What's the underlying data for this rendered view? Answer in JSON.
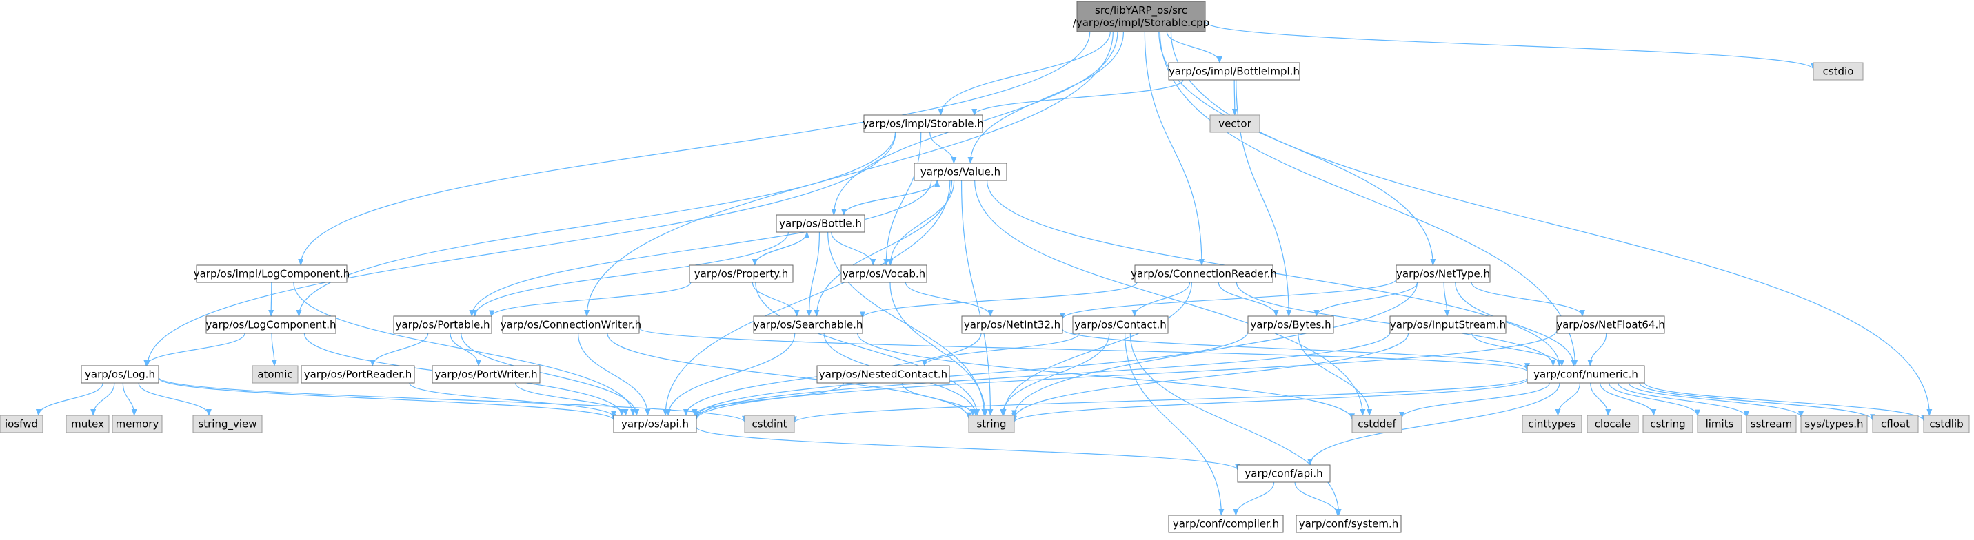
{
  "colors": {
    "root_fill": "#999999",
    "root_stroke": "#666666",
    "file_fill": "#ffffff",
    "file_stroke": "#666666",
    "external_fill": "#e0e0e0",
    "external_stroke": "#999999",
    "edge": "#63b8ff"
  },
  "nodes": [
    {
      "id": "root",
      "lines": [
        "src/libYARP_os/src",
        "/yarp/os/impl/Storable.cpp"
      ],
      "kind": "root"
    },
    {
      "id": "bottleimpl_h",
      "lines": [
        "yarp/os/impl/BottleImpl.h"
      ],
      "kind": "file"
    },
    {
      "id": "cstdio",
      "lines": [
        "cstdio"
      ],
      "kind": "external"
    },
    {
      "id": "storable_h",
      "lines": [
        "yarp/os/impl/Storable.h"
      ],
      "kind": "file"
    },
    {
      "id": "vector",
      "lines": [
        "vector"
      ],
      "kind": "external"
    },
    {
      "id": "value_h",
      "lines": [
        "yarp/os/Value.h"
      ],
      "kind": "file"
    },
    {
      "id": "bottle_h",
      "lines": [
        "yarp/os/Bottle.h"
      ],
      "kind": "file"
    },
    {
      "id": "logcomponent_impl_h",
      "lines": [
        "yarp/os/impl/LogComponent.h"
      ],
      "kind": "file"
    },
    {
      "id": "property_h",
      "lines": [
        "yarp/os/Property.h"
      ],
      "kind": "file"
    },
    {
      "id": "vocab_h",
      "lines": [
        "yarp/os/Vocab.h"
      ],
      "kind": "file"
    },
    {
      "id": "connectionreader_h",
      "lines": [
        "yarp/os/ConnectionReader.h"
      ],
      "kind": "file"
    },
    {
      "id": "nettype_h",
      "lines": [
        "yarp/os/NetType.h"
      ],
      "kind": "file"
    },
    {
      "id": "logcomponent_h",
      "lines": [
        "yarp/os/LogComponent.h"
      ],
      "kind": "file"
    },
    {
      "id": "portable_h",
      "lines": [
        "yarp/os/Portable.h"
      ],
      "kind": "file"
    },
    {
      "id": "connectionwriter_h",
      "lines": [
        "yarp/os/ConnectionWriter.h"
      ],
      "kind": "file"
    },
    {
      "id": "searchable_h",
      "lines": [
        "yarp/os/Searchable.h"
      ],
      "kind": "file"
    },
    {
      "id": "netint32_h",
      "lines": [
        "yarp/os/NetInt32.h"
      ],
      "kind": "file"
    },
    {
      "id": "contact_h",
      "lines": [
        "yarp/os/Contact.h"
      ],
      "kind": "file"
    },
    {
      "id": "bytes_h",
      "lines": [
        "yarp/os/Bytes.h"
      ],
      "kind": "file"
    },
    {
      "id": "inputstream_h",
      "lines": [
        "yarp/os/InputStream.h"
      ],
      "kind": "file"
    },
    {
      "id": "netfloat64_h",
      "lines": [
        "yarp/os/NetFloat64.h"
      ],
      "kind": "file"
    },
    {
      "id": "log_h",
      "lines": [
        "yarp/os/Log.h"
      ],
      "kind": "file"
    },
    {
      "id": "atomic",
      "lines": [
        "atomic"
      ],
      "kind": "external"
    },
    {
      "id": "portreader_h",
      "lines": [
        "yarp/os/PortReader.h"
      ],
      "kind": "file"
    },
    {
      "id": "portwriter_h",
      "lines": [
        "yarp/os/PortWriter.h"
      ],
      "kind": "file"
    },
    {
      "id": "nestedcontact_h",
      "lines": [
        "yarp/os/NestedContact.h"
      ],
      "kind": "file"
    },
    {
      "id": "numeric_h",
      "lines": [
        "yarp/conf/numeric.h"
      ],
      "kind": "file"
    },
    {
      "id": "iosfwd",
      "lines": [
        "iosfwd"
      ],
      "kind": "external"
    },
    {
      "id": "mutex",
      "lines": [
        "mutex"
      ],
      "kind": "external"
    },
    {
      "id": "memory",
      "lines": [
        "memory"
      ],
      "kind": "external"
    },
    {
      "id": "string_view",
      "lines": [
        "string_view"
      ],
      "kind": "external"
    },
    {
      "id": "os_api_h",
      "lines": [
        "yarp/os/api.h"
      ],
      "kind": "file"
    },
    {
      "id": "cstdint",
      "lines": [
        "cstdint"
      ],
      "kind": "external"
    },
    {
      "id": "string",
      "lines": [
        "string"
      ],
      "kind": "external"
    },
    {
      "id": "cstddef",
      "lines": [
        "cstddef"
      ],
      "kind": "external"
    },
    {
      "id": "cinttypes",
      "lines": [
        "cinttypes"
      ],
      "kind": "external"
    },
    {
      "id": "clocale",
      "lines": [
        "clocale"
      ],
      "kind": "external"
    },
    {
      "id": "cstring",
      "lines": [
        "cstring"
      ],
      "kind": "external"
    },
    {
      "id": "limits",
      "lines": [
        "limits"
      ],
      "kind": "external"
    },
    {
      "id": "sstream",
      "lines": [
        "sstream"
      ],
      "kind": "external"
    },
    {
      "id": "systypes_h",
      "lines": [
        "sys/types.h"
      ],
      "kind": "external"
    },
    {
      "id": "cfloat",
      "lines": [
        "cfloat"
      ],
      "kind": "external"
    },
    {
      "id": "cstdlib",
      "lines": [
        "cstdlib"
      ],
      "kind": "external"
    },
    {
      "id": "conf_api_h",
      "lines": [
        "yarp/conf/api.h"
      ],
      "kind": "file"
    },
    {
      "id": "compiler_h",
      "lines": [
        "yarp/conf/compiler.h"
      ],
      "kind": "file"
    },
    {
      "id": "system_h",
      "lines": [
        "yarp/conf/system.h"
      ],
      "kind": "file"
    }
  ],
  "edges": [
    [
      "root",
      "bottleimpl_h"
    ],
    [
      "root",
      "cstdio"
    ],
    [
      "root",
      "storable_h"
    ],
    [
      "root",
      "value_h"
    ],
    [
      "root",
      "bottle_h"
    ],
    [
      "root",
      "logcomponent_impl_h"
    ],
    [
      "root",
      "connectionwriter_h"
    ],
    [
      "root",
      "connectionreader_h"
    ],
    [
      "root",
      "nettype_h"
    ],
    [
      "root",
      "numeric_h"
    ],
    [
      "root",
      "cstdlib"
    ],
    [
      "bottleimpl_h",
      "storable_h"
    ],
    [
      "bottleimpl_h",
      "vector"
    ],
    [
      "bottleimpl_h",
      "bytes_h"
    ],
    [
      "storable_h",
      "value_h"
    ],
    [
      "storable_h",
      "vocab_h"
    ],
    [
      "storable_h",
      "log_h"
    ],
    [
      "storable_h",
      "logcomponent_h"
    ],
    [
      "value_h",
      "bottle_h"
    ],
    [
      "value_h",
      "vocab_h"
    ],
    [
      "value_h",
      "searchable_h"
    ],
    [
      "value_h",
      "portable_h"
    ],
    [
      "value_h",
      "string"
    ],
    [
      "value_h",
      "cstddef"
    ],
    [
      "value_h",
      "numeric_h"
    ],
    [
      "value_h",
      "os_api_h"
    ],
    [
      "bottle_h",
      "value_h"
    ],
    [
      "bottle_h",
      "property_h"
    ],
    [
      "bottle_h",
      "vocab_h"
    ],
    [
      "bottle_h",
      "searchable_h"
    ],
    [
      "bottle_h",
      "portable_h"
    ],
    [
      "bottle_h",
      "string"
    ],
    [
      "property_h",
      "bottle_h"
    ],
    [
      "property_h",
      "searchable_h"
    ],
    [
      "property_h",
      "portable_h"
    ],
    [
      "property_h",
      "string"
    ],
    [
      "vocab_h",
      "netint32_h"
    ],
    [
      "vocab_h",
      "string"
    ],
    [
      "logcomponent_impl_h",
      "logcomponent_h"
    ],
    [
      "logcomponent_impl_h",
      "os_api_h"
    ],
    [
      "logcomponent_h",
      "log_h"
    ],
    [
      "logcomponent_h",
      "atomic"
    ],
    [
      "logcomponent_h",
      "os_api_h"
    ],
    [
      "log_h",
      "iosfwd"
    ],
    [
      "log_h",
      "mutex"
    ],
    [
      "log_h",
      "memory"
    ],
    [
      "log_h",
      "string_view"
    ],
    [
      "log_h",
      "os_api_h"
    ],
    [
      "log_h",
      "cstdint"
    ],
    [
      "portable_h",
      "portreader_h"
    ],
    [
      "portable_h",
      "portwriter_h"
    ],
    [
      "portable_h",
      "os_api_h"
    ],
    [
      "portreader_h",
      "os_api_h"
    ],
    [
      "portwriter_h",
      "os_api_h"
    ],
    [
      "connectionwriter_h",
      "os_api_h"
    ],
    [
      "connectionwriter_h",
      "numeric_h"
    ],
    [
      "connectionwriter_h",
      "string"
    ],
    [
      "searchable_h",
      "os_api_h"
    ],
    [
      "searchable_h",
      "string"
    ],
    [
      "searchable_h",
      "cstddef"
    ],
    [
      "connectionreader_h",
      "searchable_h"
    ],
    [
      "connectionreader_h",
      "contact_h"
    ],
    [
      "connectionreader_h",
      "bytes_h"
    ],
    [
      "connectionreader_h",
      "numeric_h"
    ],
    [
      "connectionreader_h",
      "string"
    ],
    [
      "netint32_h",
      "numeric_h"
    ],
    [
      "netint32_h",
      "os_api_h"
    ],
    [
      "contact_h",
      "nestedcontact_h"
    ],
    [
      "contact_h",
      "string"
    ],
    [
      "contact_h",
      "compiler_h"
    ],
    [
      "contact_h",
      "system_h"
    ],
    [
      "nestedcontact_h",
      "os_api_h"
    ],
    [
      "nestedcontact_h",
      "string"
    ],
    [
      "bytes_h",
      "os_api_h"
    ],
    [
      "bytes_h",
      "cstddef"
    ],
    [
      "nettype_h",
      "netint32_h"
    ],
    [
      "nettype_h",
      "bytes_h"
    ],
    [
      "nettype_h",
      "inputstream_h"
    ],
    [
      "nettype_h",
      "netfloat64_h"
    ],
    [
      "nettype_h",
      "numeric_h"
    ],
    [
      "nettype_h",
      "string"
    ],
    [
      "inputstream_h",
      "os_api_h"
    ],
    [
      "inputstream_h",
      "numeric_h"
    ],
    [
      "inputstream_h",
      "string"
    ],
    [
      "netfloat64_h",
      "numeric_h"
    ],
    [
      "netfloat64_h",
      "os_api_h"
    ],
    [
      "numeric_h",
      "conf_api_h"
    ],
    [
      "numeric_h",
      "cinttypes"
    ],
    [
      "numeric_h",
      "clocale"
    ],
    [
      "numeric_h",
      "cstddef"
    ],
    [
      "numeric_h",
      "cstdint"
    ],
    [
      "numeric_h",
      "cstring"
    ],
    [
      "numeric_h",
      "limits"
    ],
    [
      "numeric_h",
      "sstream"
    ],
    [
      "numeric_h",
      "string"
    ],
    [
      "numeric_h",
      "systypes_h"
    ],
    [
      "numeric_h",
      "cfloat"
    ],
    [
      "numeric_h",
      "cstdlib"
    ],
    [
      "os_api_h",
      "conf_api_h"
    ],
    [
      "conf_api_h",
      "compiler_h"
    ],
    [
      "conf_api_h",
      "system_h"
    ]
  ]
}
